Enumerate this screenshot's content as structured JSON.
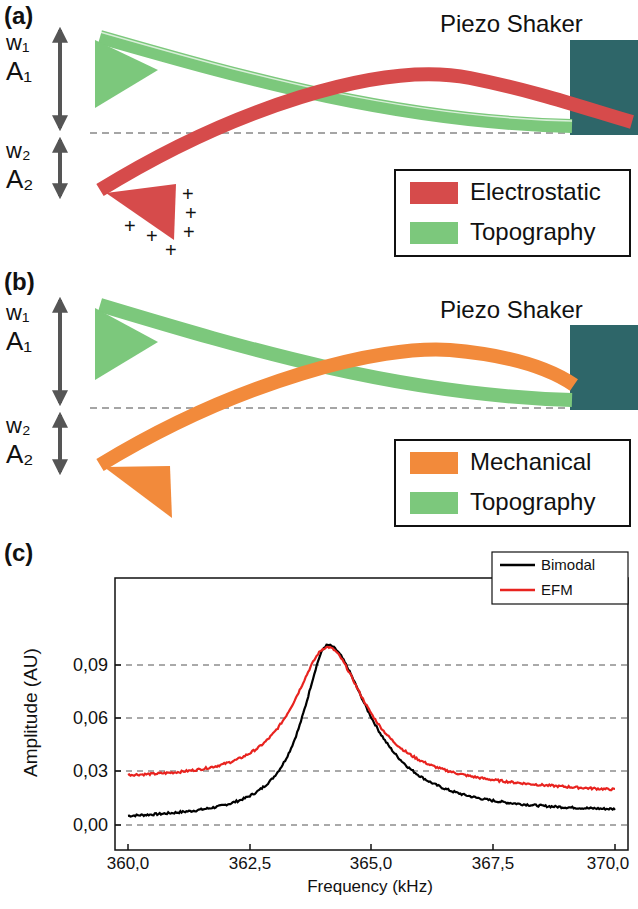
{
  "diagram": {
    "labels": [
      "(a)",
      "w₁",
      "A₁",
      "w₂",
      "A₂",
      "Piezo Shaker",
      "+",
      "+",
      "+",
      "+",
      "+",
      "+",
      "(b)",
      "w₁",
      "A₁",
      "w₂",
      "A₂",
      "Piezo Shaker",
      "(c)",
      "0,09",
      "0,06",
      "0,03",
      "0,00",
      "360,0",
      "362,5",
      "365,0",
      "367,5",
      "370,0",
      "Amplitude (AU)",
      "Frequency (kHz)"
    ],
    "legend": [
      {
        "text": "Electrostatic",
        "color": "#d64b4b"
      },
      {
        "text": "Topography",
        "color": "#7cc87c"
      },
      {
        "text": "Mechanical",
        "color": "#f28a3b"
      },
      {
        "text": "Topography",
        "color": "#7cc87c"
      },
      {
        "text": "Bimodal"
      },
      {
        "text": "EFM"
      }
    ]
  }
}
